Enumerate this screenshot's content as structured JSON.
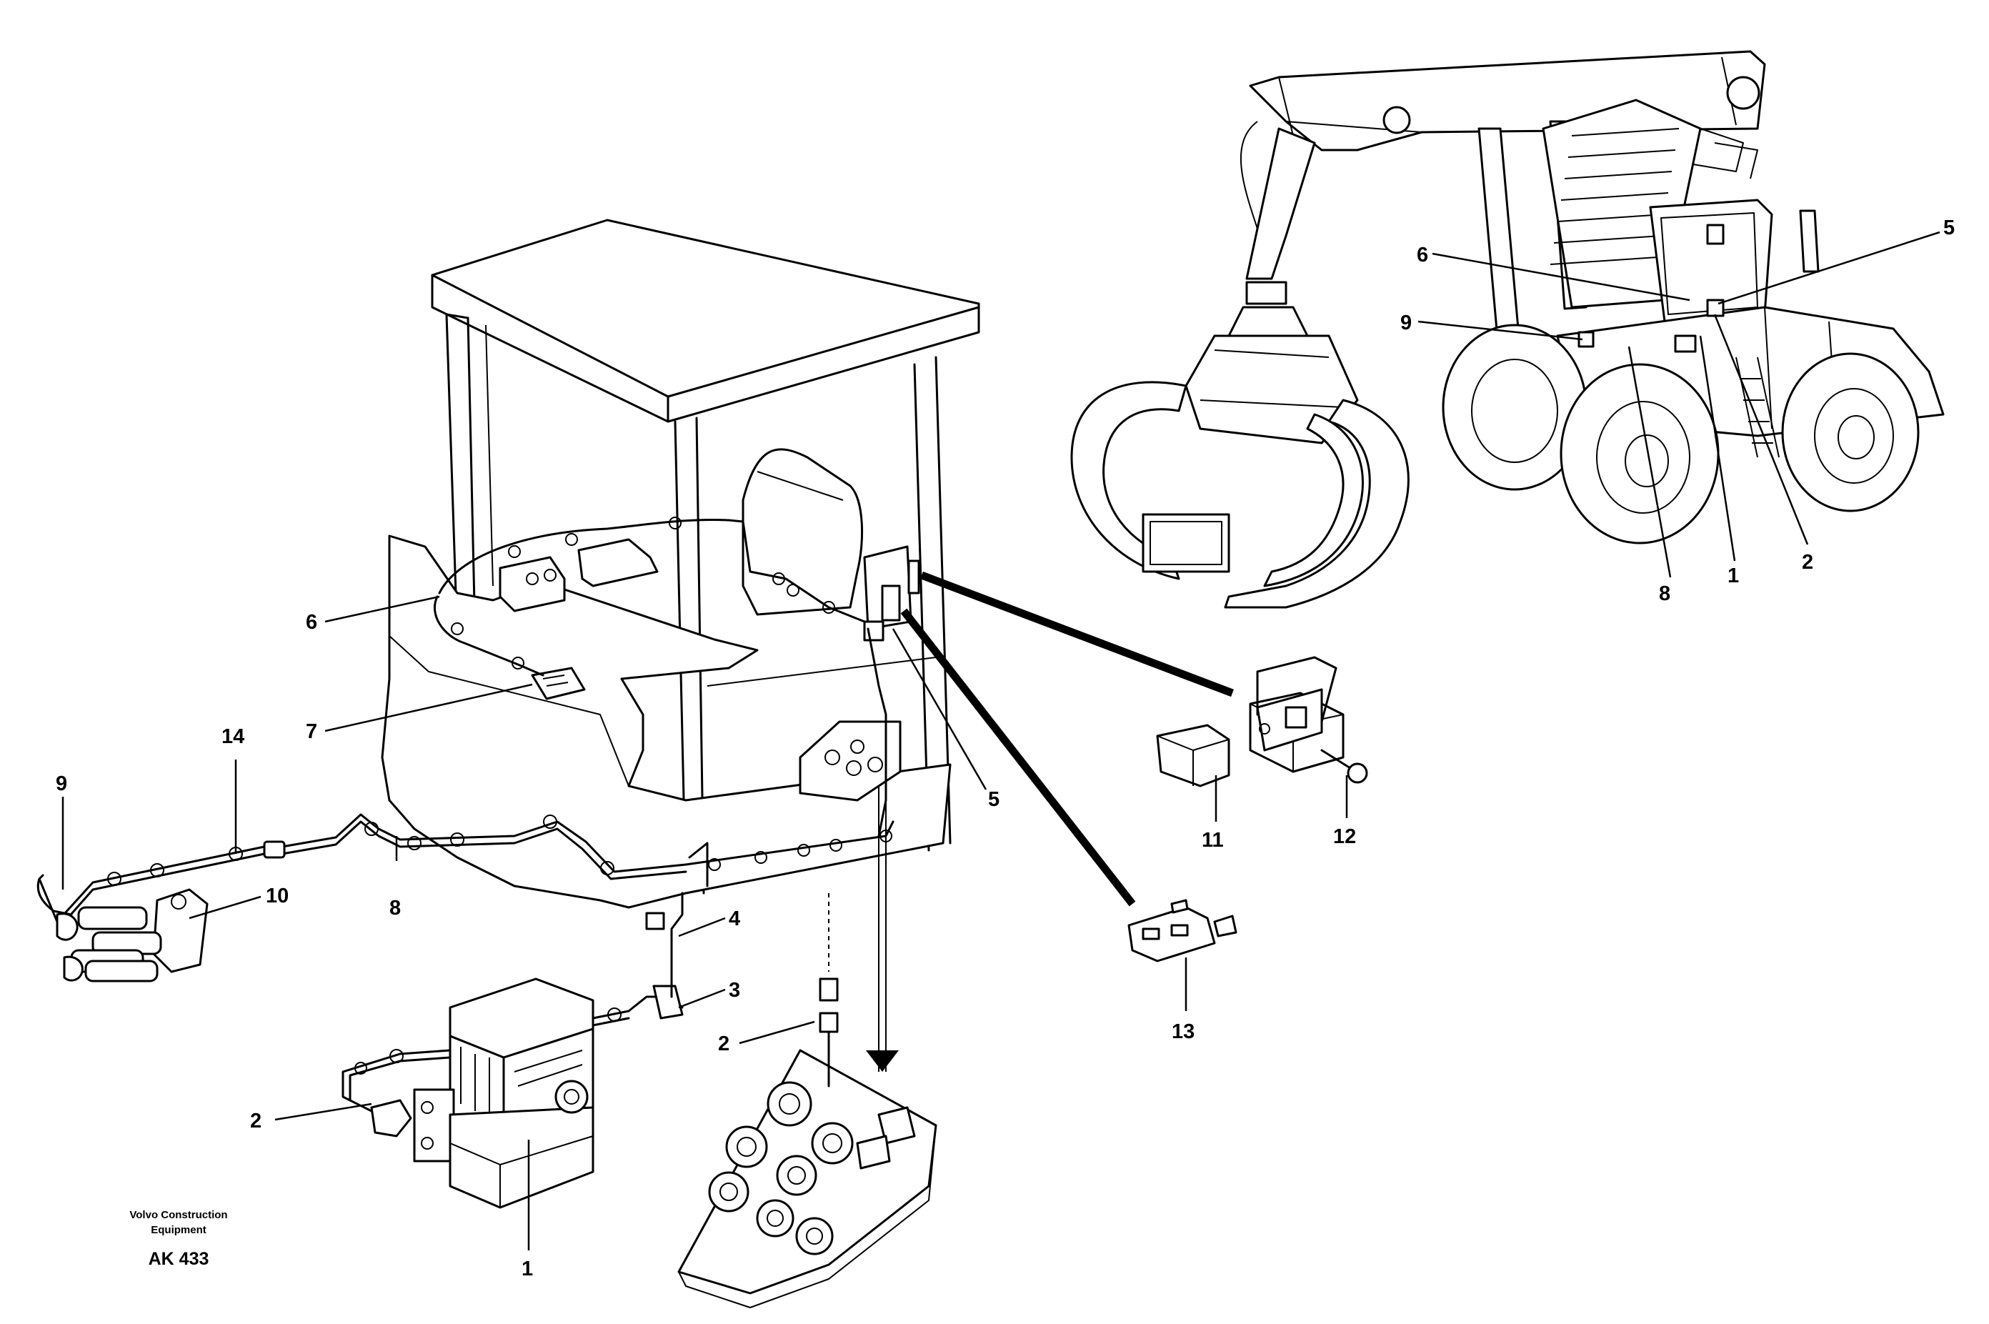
{
  "labels": {
    "cab_6": "6",
    "cab_7": "7",
    "pipe_14": "14",
    "pipe_9": "9",
    "valve_10": "10",
    "pipe_8": "8",
    "cab_5": "5",
    "clip_4": "4",
    "clip_3": "3",
    "dryer_2": "2",
    "dryer_1": "1",
    "panel_2": "2",
    "relay_11": "11",
    "screw_12": "12",
    "switch_13": "13",
    "machine_6": "6",
    "machine_9": "9",
    "machine_5": "5",
    "machine_8": "8",
    "machine_1": "1",
    "machine_2": "2"
  },
  "credit": {
    "line1": "Volvo Construction",
    "line2": "Equipment",
    "code": "AK 433"
  }
}
